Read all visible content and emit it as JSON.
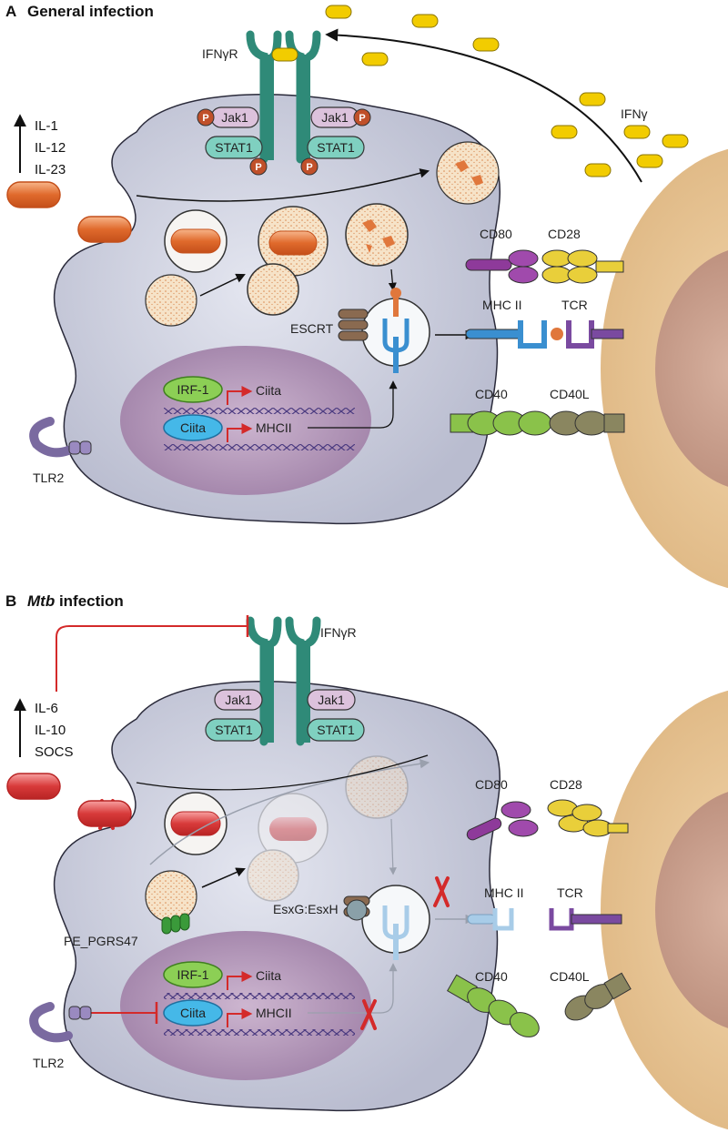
{
  "panel_a": {
    "letter": "A",
    "title": "General infection",
    "receptor": "IFNγR",
    "cytokine": "IFNγ",
    "jak": "Jak1",
    "stat": "STAT1",
    "phospho": "P",
    "cytokines_up": [
      "IL-1",
      "IL-12",
      "IL-23"
    ],
    "escrt": "ESCRT",
    "irf": "IRF-1",
    "ciita_gene": "Ciita",
    "ciita_protein": "Ciita",
    "mhc_gene": "MHCII",
    "tlr": "TLR2",
    "pairs": {
      "cd80": "CD80",
      "cd28": "CD28",
      "mhc": "MHC II",
      "tcr": "TCR",
      "cd40": "CD40",
      "cd40l": "CD40L"
    }
  },
  "panel_b": {
    "letter": "B",
    "title_italic": "Mtb",
    "title_rest": " infection",
    "receptor": "IFNγR",
    "jak": "Jak1",
    "stat": "STAT1",
    "cytokines_up": [
      "IL-6",
      "IL-10",
      "SOCS"
    ],
    "pe_pgrs": "PE_PGRS47",
    "esx": "EsxG:EsxH",
    "irf": "IRF-1",
    "ciita_gene": "Ciita",
    "ciita_protein": "Ciita",
    "mhc_gene": "MHCII",
    "tlr": "TLR2",
    "pairs": {
      "cd80": "CD80",
      "cd28": "CD28",
      "mhc": "MHC II",
      "tcr": "TCR",
      "cd40": "CD40",
      "cd40l": "CD40L"
    }
  },
  "colors": {
    "cell": "#c9ccdc",
    "nucleus": "#a98bb0",
    "tcell": "#e8c89b",
    "tcell_nucleus": "#c79e86",
    "receptor": "#2f8a78",
    "jak": "#dcc2dc",
    "stat": "#7fd0c0",
    "phospho": "#c0502a",
    "ifn": "#f2cc00",
    "bacteria": "#e0773c",
    "inhibit": "#d42a2a",
    "cd80": "#8e3a9a",
    "cd28": "#e9cf3a",
    "mhc": "#3a8fd0",
    "tcr": "#7a4aa0",
    "cd40": "#8ac24a",
    "cd40l": "#8a8660"
  }
}
